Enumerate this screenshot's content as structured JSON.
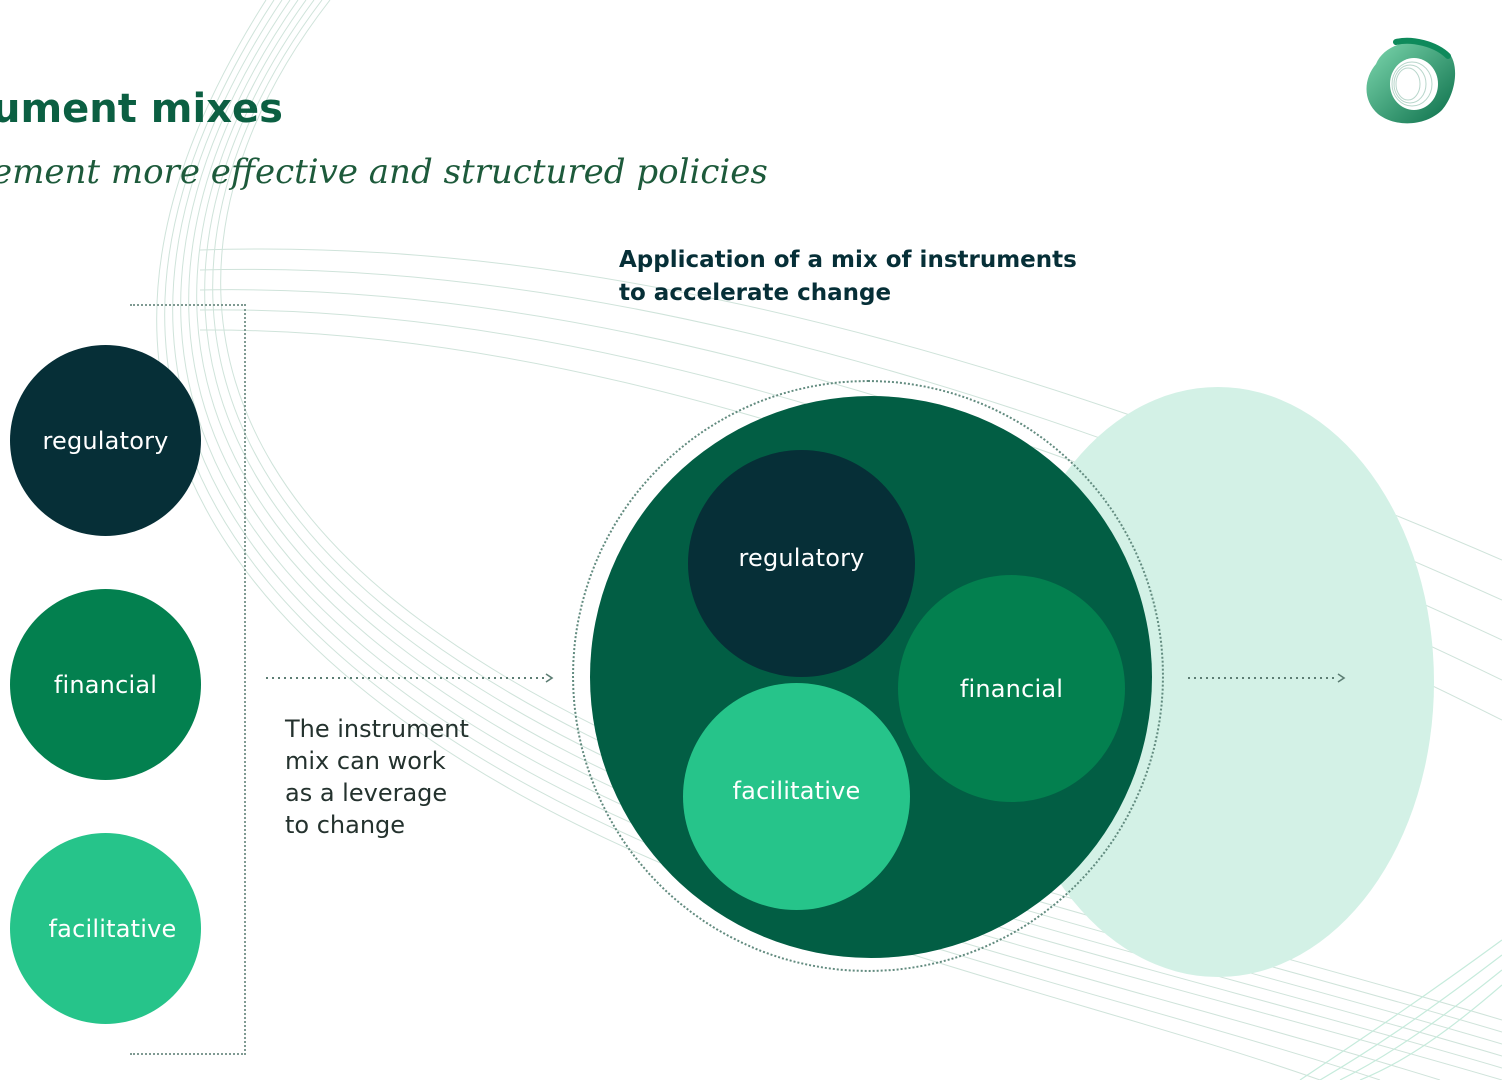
{
  "header": {
    "title": "ument mixes",
    "subtitle": "ement more effective and structured policies"
  },
  "brand": {
    "logo_icon": "green-ribbon-ring-logo",
    "colors": {
      "dark": "#062f37",
      "deep_green": "#025e44",
      "green": "#03804f",
      "mint": "#26c48a",
      "light_mint": "#d3f1e6"
    }
  },
  "left_column": {
    "instruments": [
      {
        "label": "regulatory"
      },
      {
        "label": "financial"
      },
      {
        "label": "facilitative"
      }
    ]
  },
  "note": {
    "lines": [
      "The instrument",
      "mix can work",
      "as a leverage",
      "to change"
    ]
  },
  "mix": {
    "heading_lines": [
      "Application of a mix of instruments",
      "to  accelerate change"
    ],
    "instruments": [
      {
        "label": "regulatory"
      },
      {
        "label": "financial"
      },
      {
        "label": "facilitative"
      }
    ]
  }
}
